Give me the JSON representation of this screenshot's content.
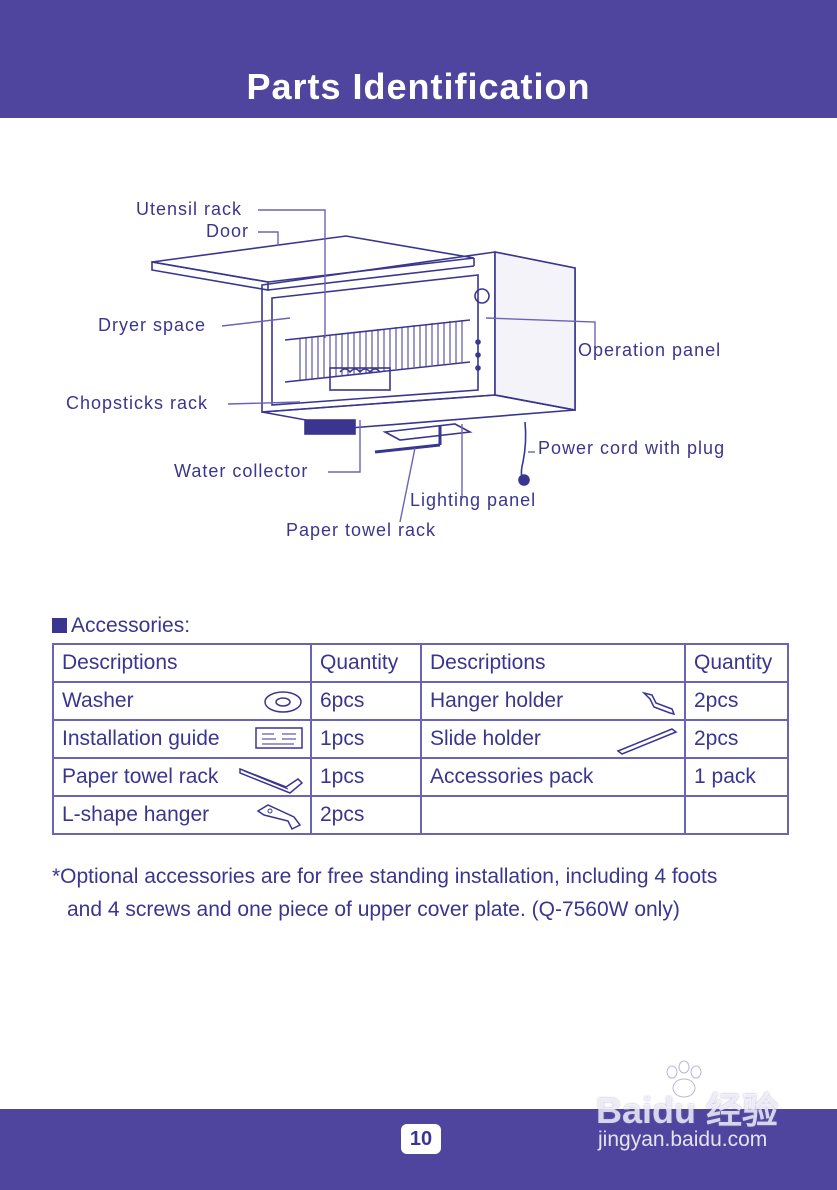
{
  "header": {
    "title": "Parts Identification"
  },
  "diagram": {
    "labels": {
      "utensil_rack": "Utensil rack",
      "door": "Door",
      "dryer_space": "Dryer space",
      "chopsticks_rack": "Chopsticks rack",
      "water_collector": "Water collector",
      "paper_towel_rack": "Paper towel rack",
      "lighting_panel": "Lighting panel",
      "power_cord": "Power cord with plug",
      "operation_panel": "Operation panel"
    }
  },
  "accessories": {
    "heading": "Accessories:",
    "headers": [
      "Descriptions",
      "Quantity",
      "Descriptions",
      "Quantity"
    ],
    "rows": [
      {
        "desc1": "Washer",
        "icon1": "washer-icon",
        "qty1": "6pcs",
        "desc2": "Hanger  holder",
        "icon2": "hanger-holder-icon",
        "qty2": "2pcs"
      },
      {
        "desc1": "Installation guide",
        "icon1": "installation-guide-icon",
        "qty1": "1pcs",
        "desc2": "Slide holder",
        "icon2": "slide-holder-icon",
        "qty2": "2pcs"
      },
      {
        "desc1": "Paper towel rack",
        "icon1": "paper-towel-rack-icon",
        "qty1": "1pcs",
        "desc2": "Accessories pack",
        "icon2": "",
        "qty2": "1 pack"
      },
      {
        "desc1": "L-shape hanger",
        "icon1": "l-shape-hanger-icon",
        "qty1": "2pcs",
        "desc2": "",
        "icon2": "",
        "qty2": ""
      }
    ],
    "note_line1": "*Optional accessories are for free standing installation, including 4 foots",
    "note_line2": "and 4 screws and one piece of upper cover plate.  (Q-7560W only)"
  },
  "footer": {
    "page_number": "10",
    "watermark_logo": "Baidu 经验",
    "watermark_url": "jingyan.baidu.com"
  },
  "colors": {
    "brand": "#4f459f",
    "text": "#3a3690",
    "line": "#6b63b5"
  }
}
